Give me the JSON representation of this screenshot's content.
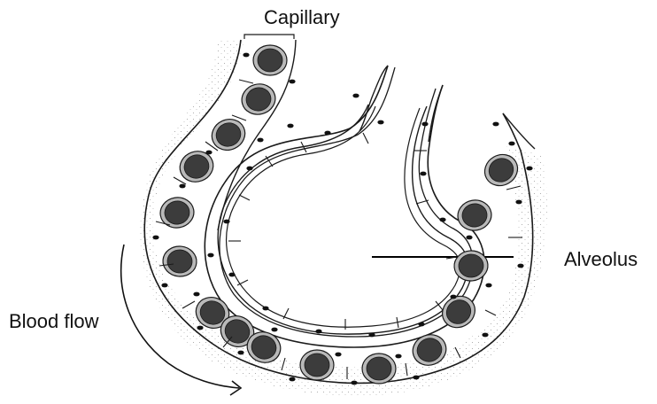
{
  "diagram": {
    "labels": {
      "capillary": "Capillary",
      "alveolus": "Alveolus",
      "blood_flow": "Blood flow"
    },
    "colors": {
      "line": "#1a1a1a",
      "rbc_fill": "#3c3c3c",
      "rbc_rim": "#b9b9b9",
      "stipple": "#9a9a9a",
      "background": "#ffffff"
    }
  }
}
